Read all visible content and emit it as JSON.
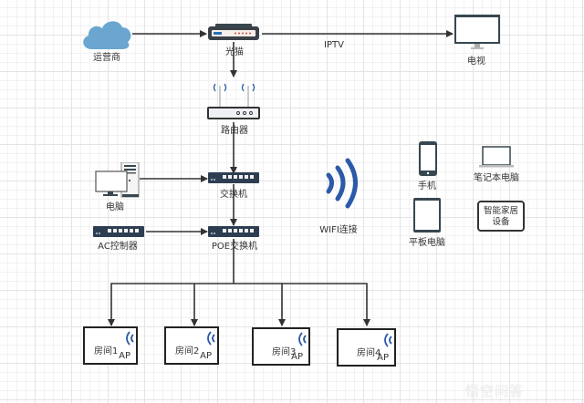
{
  "diagram": {
    "title": "Home network topology",
    "nodes": {
      "isp": {
        "label": "运营商",
        "icon": "cloud-icon"
      },
      "modem": {
        "label": "光猫",
        "icon": "optical-modem-icon"
      },
      "tv": {
        "label": "电视",
        "icon": "monitor-icon"
      },
      "router": {
        "label": "路由器",
        "icon": "router-icon"
      },
      "switch": {
        "label": "交换机",
        "icon": "switch-icon"
      },
      "pc": {
        "label": "电脑",
        "icon": "desktop-pc-icon"
      },
      "ac": {
        "label": "AC控制器",
        "icon": "switch-icon"
      },
      "poe": {
        "label": "POE交换机",
        "icon": "switch-icon"
      },
      "wifi": {
        "label": "WIFI连接",
        "icon": "wifi-signal-icon"
      },
      "phone": {
        "label": "手机",
        "icon": "smartphone-icon"
      },
      "laptop": {
        "label": "笔记本电脑",
        "icon": "laptop-icon"
      },
      "tablet": {
        "label": "平板电脑",
        "icon": "tablet-icon"
      },
      "smart_home": {
        "line1": "智能家居",
        "line2": "设备"
      }
    },
    "edge_labels": {
      "modem_tv": "IPTV"
    },
    "rooms": [
      {
        "name": "房间1",
        "ap": "AP"
      },
      {
        "name": "房间2",
        "ap": "AP"
      },
      {
        "name": "房间3",
        "ap": "AP"
      },
      {
        "name": "房间4",
        "ap": "AP"
      }
    ],
    "edges": [
      [
        "isp",
        "modem"
      ],
      [
        "modem",
        "tv"
      ],
      [
        "modem",
        "router"
      ],
      [
        "router",
        "switch"
      ],
      [
        "pc",
        "switch"
      ],
      [
        "switch",
        "poe"
      ],
      [
        "ac",
        "poe"
      ],
      [
        "poe",
        "room1"
      ],
      [
        "poe",
        "room2"
      ],
      [
        "poe",
        "room3"
      ],
      [
        "poe",
        "room4"
      ]
    ],
    "colors": {
      "line": "#333333",
      "wifi": "#2b5aa8",
      "cloud": "#6aa6cf",
      "device": "#37474f"
    }
  },
  "watermark": "悟空问答"
}
